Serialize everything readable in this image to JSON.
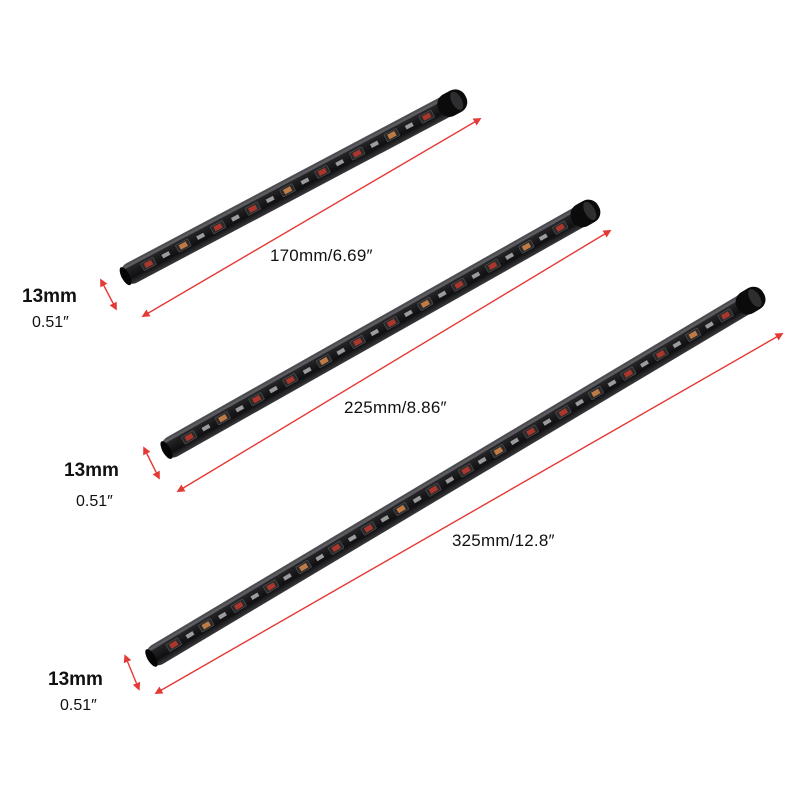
{
  "strips": [
    {
      "length_label": "170mm/6.69″",
      "width_mm_label": "13mm",
      "width_in_label": "0.51″",
      "led_count": 9
    },
    {
      "length_label": "225mm/8.86″",
      "width_mm_label": "13mm",
      "width_in_label": "0.51″",
      "led_count": 12
    },
    {
      "length_label": "325mm/12.8″",
      "width_mm_label": "13mm",
      "width_in_label": "0.51″",
      "led_count": 18
    }
  ],
  "colors": {
    "dimension_line": "#e53935",
    "strip_body": "#1b1b1d",
    "strip_highlight": "#6b6b70",
    "led_pad": "#c8c8c8",
    "led_warm": "#d98a4a",
    "led_red": "#c0392b"
  }
}
